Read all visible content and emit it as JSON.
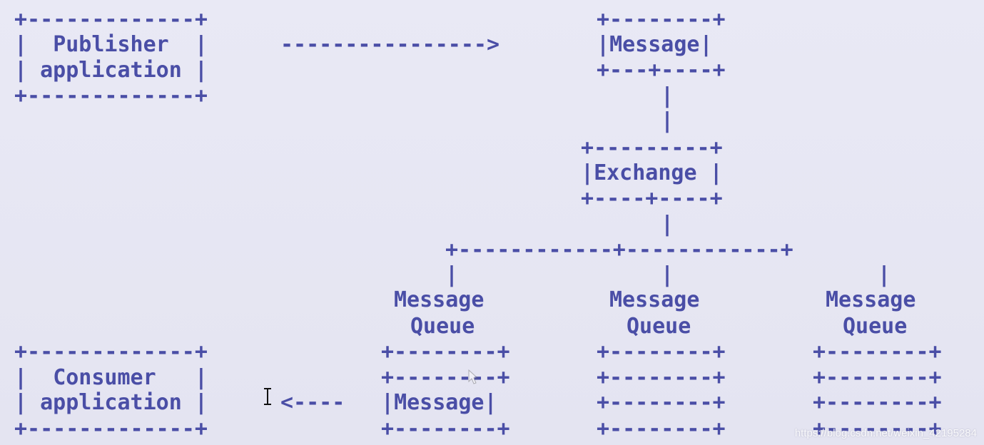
{
  "diagram": {
    "publisher": {
      "line1": "Publisher",
      "line2": "application"
    },
    "message_top": {
      "label": "Message"
    },
    "exchange": {
      "label": "Exchange"
    },
    "queues": [
      {
        "line1": "Message",
        "line2": "Queue",
        "message": "Message"
      },
      {
        "line1": "Message",
        "line2": "Queue"
      },
      {
        "line1": "Message",
        "line2": "Queue"
      }
    ],
    "consumer": {
      "line1": "Consumer",
      "line2": "application"
    }
  },
  "watermark": "https://blog.csdn.net/weixin_42195284",
  "colors": {
    "text": "#4a4ea6",
    "background": "#e6e6f3"
  },
  "icons": {
    "text_cursor": "i-beam-cursor-icon",
    "mouse_pointer": "arrow-pointer-icon"
  }
}
